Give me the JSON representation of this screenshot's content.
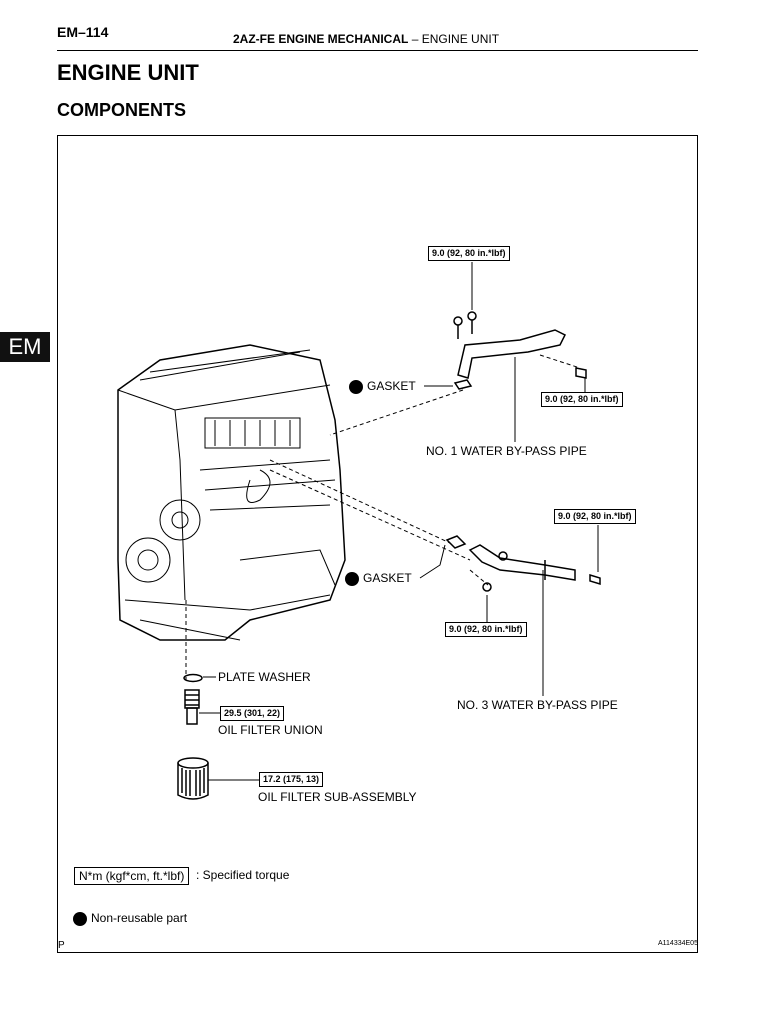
{
  "header": {
    "page_code": "EM–114",
    "title_bold": "2AZ-FE ENGINE MECHANICAL",
    "title_separator": "–",
    "title_rest": "ENGINE UNIT"
  },
  "side_tab": "EM",
  "section_title": "ENGINE UNIT",
  "sub_title": "COMPONENTS",
  "diagram": {
    "torque_labels": [
      "9.0 (92, 80 in.*lbf)",
      "9.0 (92, 80 in.*lbf)",
      "9.0 (92, 80 in.*lbf)",
      "9.0 (92, 80 in.*lbf)",
      "29.5 (301, 22)",
      "17.2 (175, 13)"
    ],
    "part_labels": {
      "gasket_upper": "GASKET",
      "water_pipe_1": "NO. 1 WATER BY-PASS PIPE",
      "gasket_lower": "GASKET",
      "water_pipe_3": "NO. 3 WATER BY-PASS PIPE",
      "plate_washer": "PLATE WASHER",
      "oil_filter_union": "OIL FILTER UNION",
      "oil_filter": "OIL FILTER SUB-ASSEMBLY"
    }
  },
  "legend": {
    "torque_unit": "N*m (kgf*cm, ft.*lbf)",
    "torque_text": ": Specified torque",
    "nonreuse_text": "Non-reusable part"
  },
  "footer": {
    "fig_letter": "P",
    "fig_code": "A114334E05"
  }
}
